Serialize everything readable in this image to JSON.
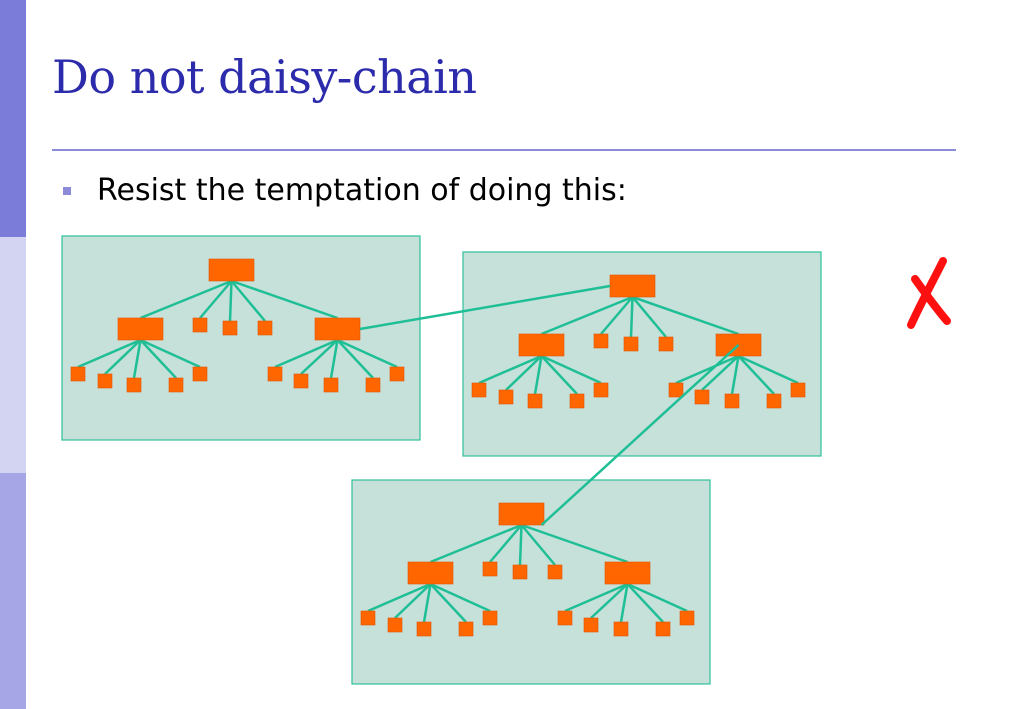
{
  "slide": {
    "title": "Do not daisy-chain",
    "bullet": "Resist the temptation of doing this:"
  },
  "diagram": {
    "panel_count": 3,
    "panel_chain": [
      {
        "from": "panel-1",
        "to": "panel-2"
      },
      {
        "from": "panel-2",
        "to": "panel-3"
      }
    ],
    "verdict_icon": "cross-mark-icon",
    "colors": {
      "accent": "#2b2bab",
      "panel_fill": "#c6e0da",
      "panel_border": "#2ec09a",
      "node_fill": "#ff6600",
      "edge": "#1fbf96",
      "cross": "#ff1010"
    }
  }
}
